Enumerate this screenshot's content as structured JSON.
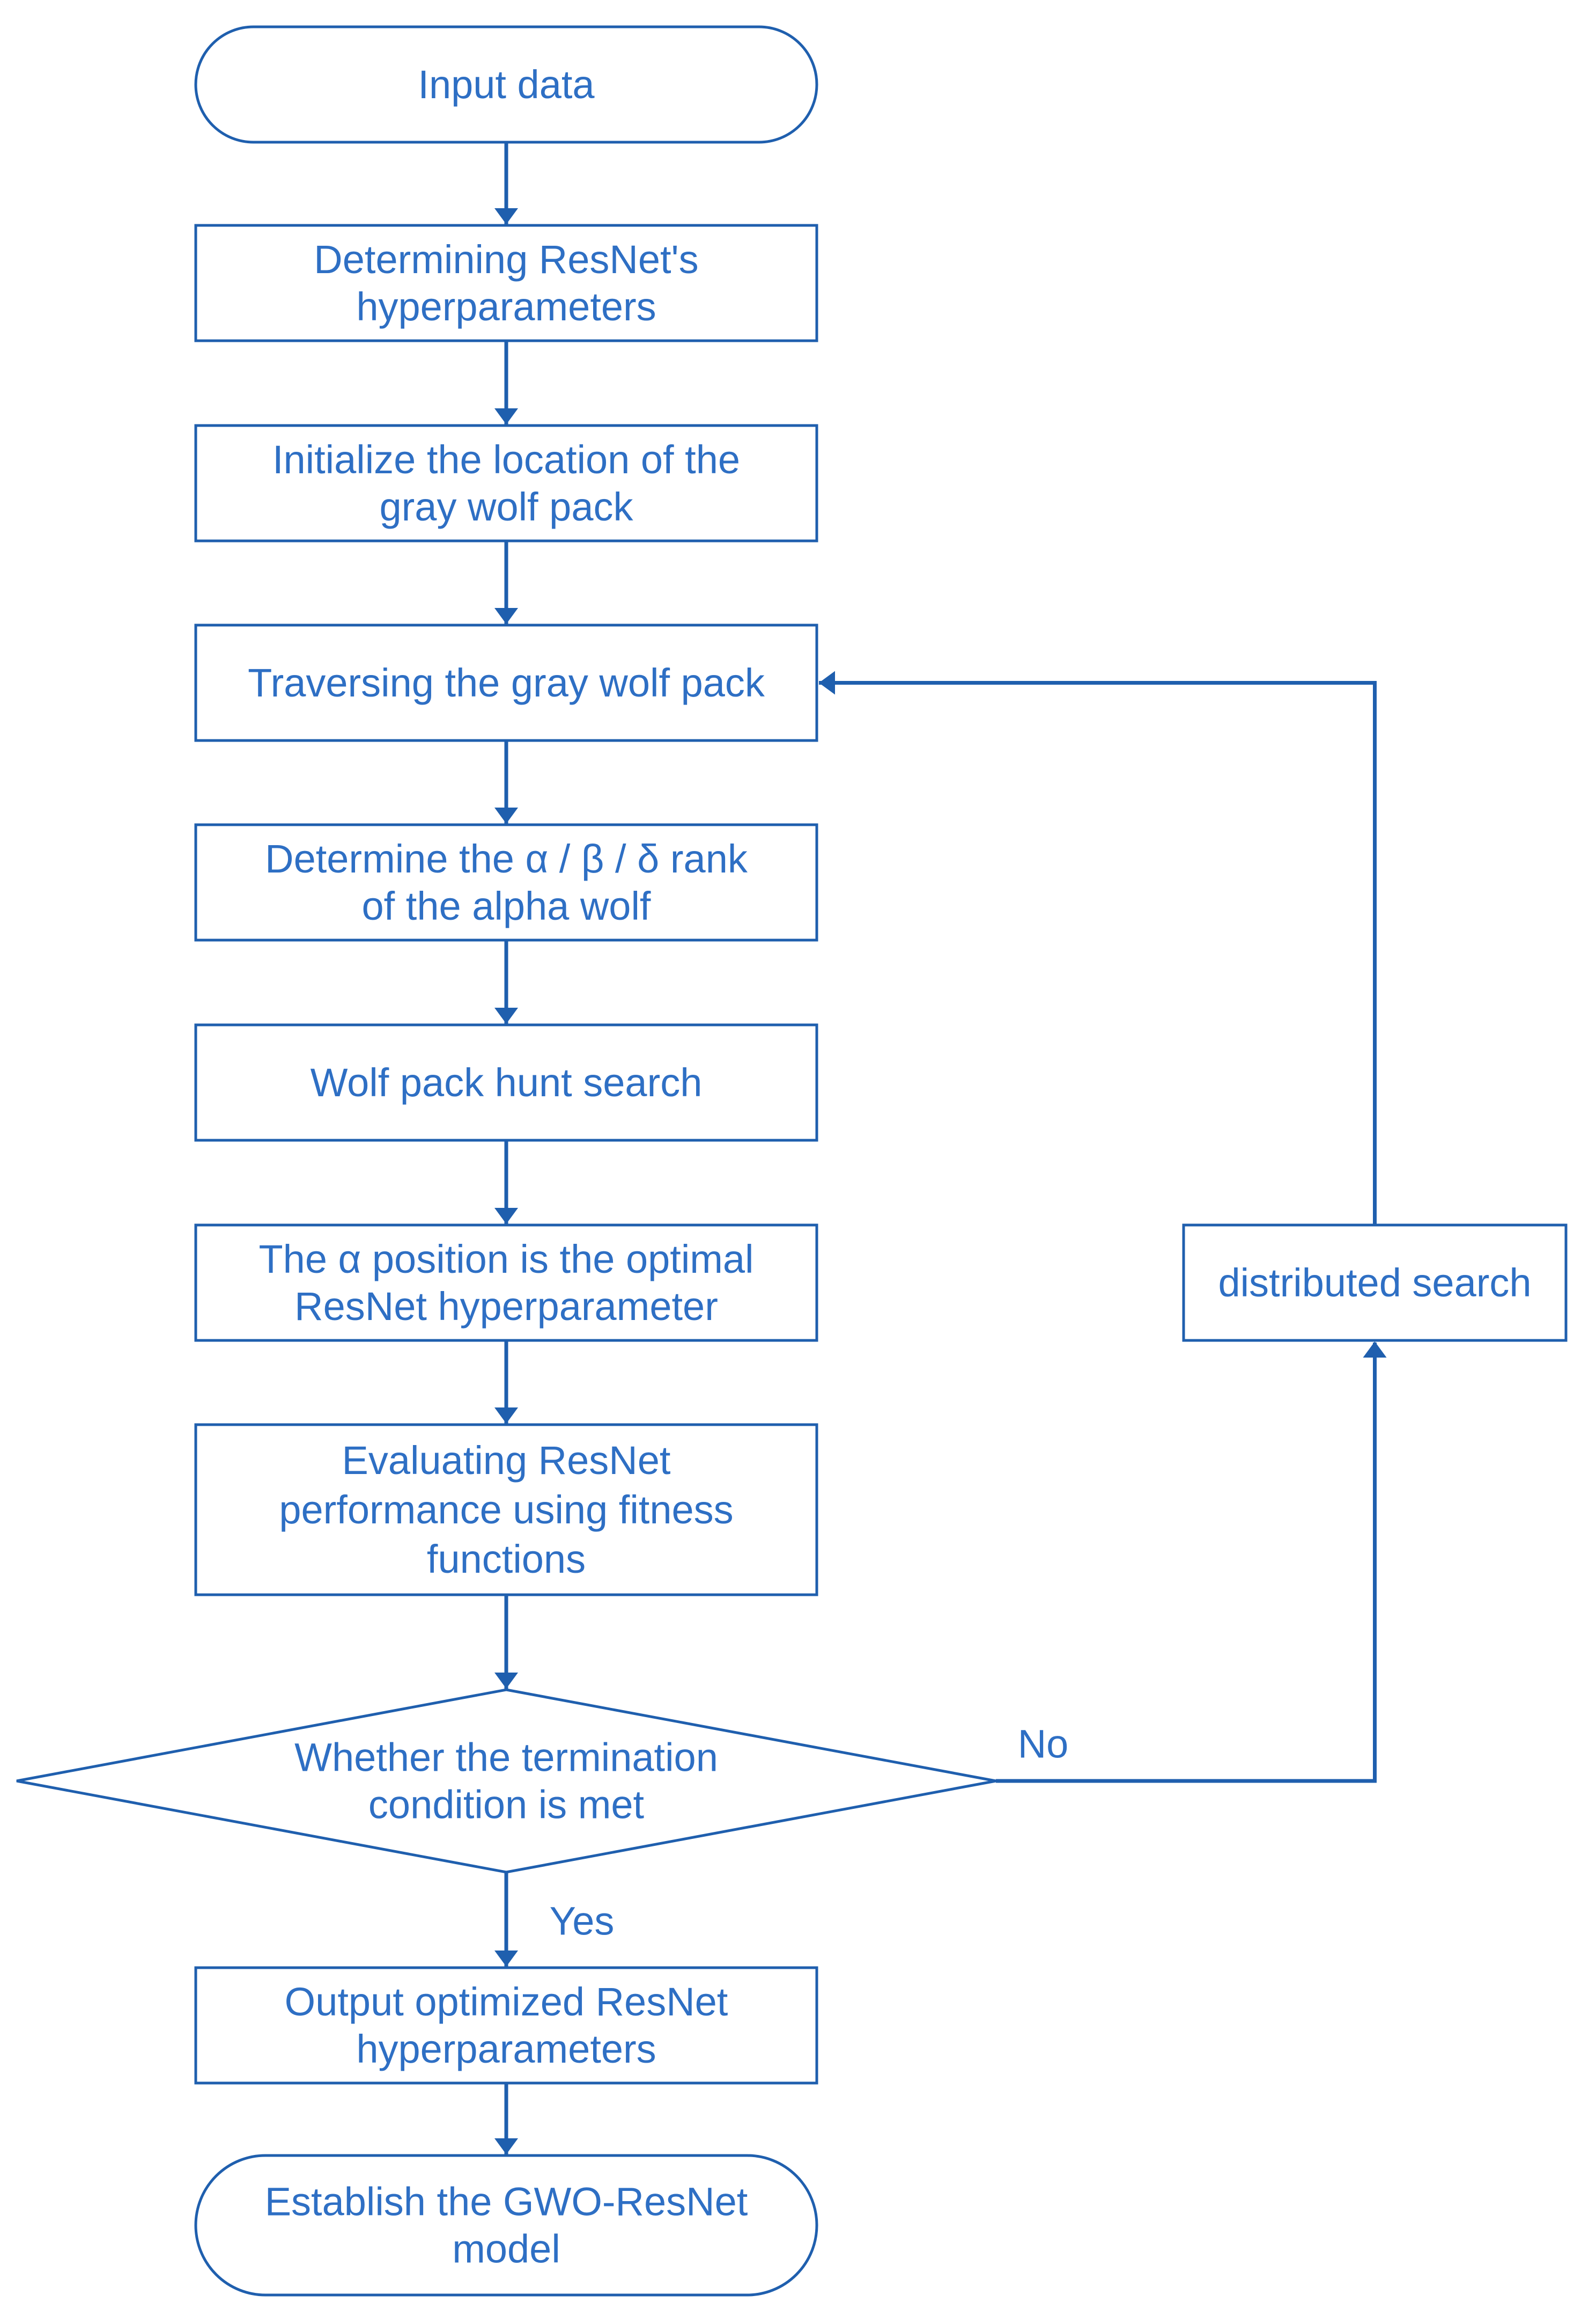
{
  "diagram": {
    "colors": {
      "stroke": "#1f5fae",
      "text": "#2e6fc4",
      "background": "#ffffff"
    },
    "nodes": {
      "input_data": {
        "shape": "terminator",
        "lines": [
          "Input data"
        ]
      },
      "determine_hyperparams": {
        "shape": "process",
        "lines": [
          "Determining ResNet's",
          "hyperparameters"
        ]
      },
      "init_location": {
        "shape": "process",
        "lines": [
          "Initialize the location of the",
          "gray wolf pack"
        ]
      },
      "traverse_pack": {
        "shape": "process",
        "lines": [
          "Traversing the gray wolf pack"
        ]
      },
      "determine_rank": {
        "shape": "process",
        "lines": [
          "Determine the α / β / δ  rank",
          "of the alpha wolf"
        ]
      },
      "hunt_search": {
        "shape": "process",
        "lines": [
          "Wolf pack hunt search"
        ]
      },
      "alpha_position": {
        "shape": "process",
        "lines": [
          "The α position is the optimal",
          "ResNet hyperparameter"
        ]
      },
      "evaluate_performance": {
        "shape": "process",
        "lines": [
          "Evaluating ResNet",
          "performance using fitness",
          "functions"
        ]
      },
      "termination_check": {
        "shape": "decision",
        "lines": [
          "Whether the termination",
          "condition is met"
        ]
      },
      "distributed_search": {
        "shape": "process",
        "lines": [
          "distributed search"
        ]
      },
      "output_hyperparams": {
        "shape": "process",
        "lines": [
          "Output optimized ResNet",
          "hyperparameters"
        ]
      },
      "establish_model": {
        "shape": "terminator",
        "lines": [
          "Establish the GWO-ResNet",
          "model"
        ]
      }
    },
    "edges": [
      {
        "from": "input_data",
        "to": "determine_hyperparams"
      },
      {
        "from": "determine_hyperparams",
        "to": "init_location"
      },
      {
        "from": "init_location",
        "to": "traverse_pack"
      },
      {
        "from": "traverse_pack",
        "to": "determine_rank"
      },
      {
        "from": "determine_rank",
        "to": "hunt_search"
      },
      {
        "from": "hunt_search",
        "to": "alpha_position"
      },
      {
        "from": "alpha_position",
        "to": "evaluate_performance"
      },
      {
        "from": "evaluate_performance",
        "to": "termination_check"
      },
      {
        "from": "termination_check",
        "to": "output_hyperparams",
        "label": "Yes"
      },
      {
        "from": "termination_check",
        "to": "distributed_search",
        "label": "No"
      },
      {
        "from": "distributed_search",
        "to": "traverse_pack"
      },
      {
        "from": "output_hyperparams",
        "to": "establish_model"
      }
    ]
  }
}
